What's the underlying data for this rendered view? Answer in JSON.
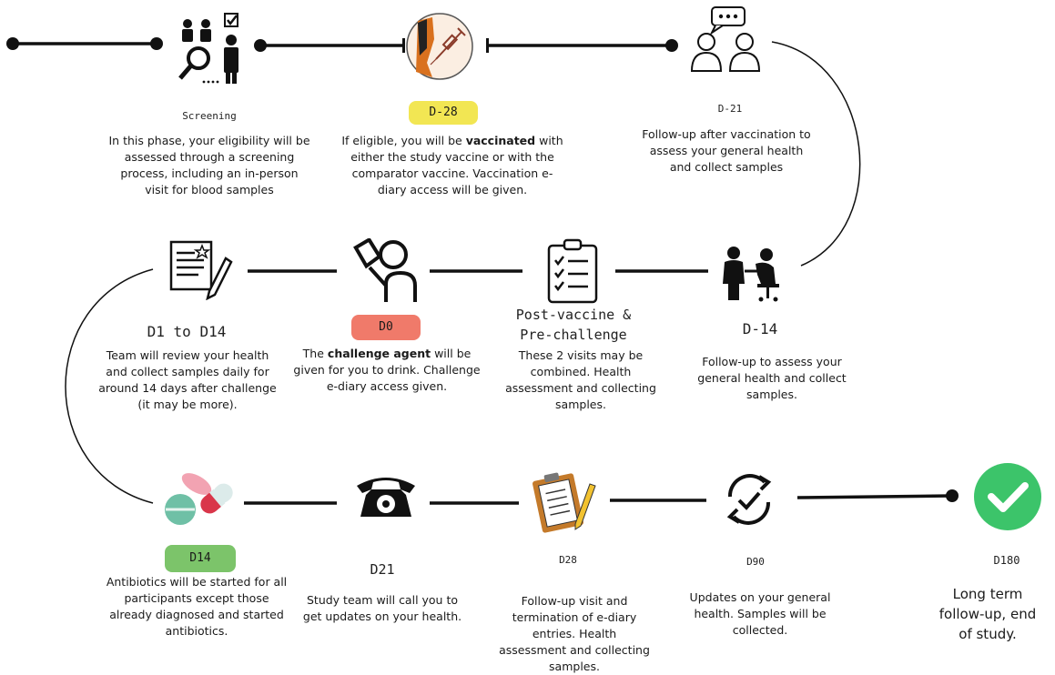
{
  "stages": [
    {
      "label": "Screening",
      "desc": "In this phase, your eligibility will be assessed through a screening process, including an in-person visit for blood samples"
    },
    {
      "label": "D-28",
      "desc_pre": "If eligible, you will be ",
      "desc_bold": "vaccinated",
      "desc_post": " with either the study vaccine or with the comparator vaccine. Vaccination e-diary access will be given."
    },
    {
      "label": "D-21",
      "desc": "Follow-up after vaccination to assess your general health and collect samples"
    },
    {
      "label": "D-14",
      "desc": "Follow-up to assess your general health and collect samples."
    },
    {
      "label": "Post-vaccine & Pre-challenge",
      "desc": "These 2 visits may be combined. Health assessment and collecting samples."
    },
    {
      "label": "D0",
      "desc_pre": "The ",
      "desc_bold": "challenge agent",
      "desc_post": " will be given for you to drink. Challenge e-diary access given."
    },
    {
      "label": "D1 to D14",
      "desc": "Team will review your health and collect samples daily for around 14 days after challenge (it may be more)."
    },
    {
      "label": "D14",
      "desc": "Antibiotics will be started for all participants except those already diagnosed and started antibiotics."
    },
    {
      "label": "D21",
      "desc": "Study team will call you to get updates on your health."
    },
    {
      "label": "D28",
      "desc": "Follow-up visit and termination of e-diary entries. Health assessment and collecting samples."
    },
    {
      "label": "D90",
      "desc": "Updates on your general health. Samples will be collected."
    },
    {
      "label": "D180",
      "desc": "Long term follow-up, end of study."
    }
  ],
  "colors": {
    "line": "#111111",
    "d28_badge": "#f2e653",
    "d0_badge": "#f07a6a",
    "d14_badge": "#7cc46a",
    "check_circle": "#3cc46a"
  },
  "icons": [
    "screening-people-icon",
    "vaccine-syringe-icon",
    "conversation-people-icon",
    "doctor-patient-icon",
    "clipboard-checklist-icon",
    "person-drinking-icon",
    "document-review-icon",
    "pills-capsules-icon",
    "telephone-icon",
    "clipboard-pencil-icon",
    "refresh-check-icon",
    "checkmark-circle-icon"
  ]
}
